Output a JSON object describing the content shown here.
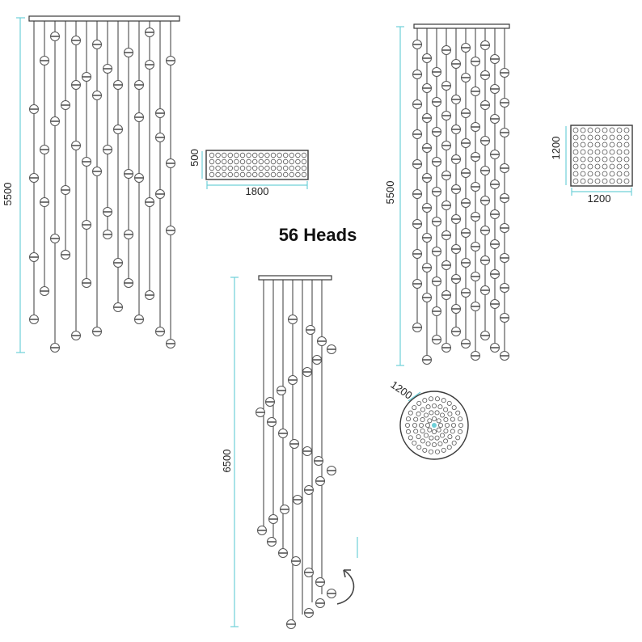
{
  "title": "56 Heads",
  "colors": {
    "line": "#3a3a3a",
    "dimension": "#6fd0d8",
    "bulb_fill": "#ffffff",
    "bulb_stroke": "#555555"
  },
  "views": {
    "rectangular": {
      "height_label": "5500",
      "width_label": "1800",
      "depth_label": "500"
    },
    "square": {
      "height_label": "5500",
      "width_label": "1200",
      "depth_label": "1200"
    },
    "spiral": {
      "height_label": "6500",
      "diameter_label": "1200",
      "rotation_icon": "rotation-arrow-icon"
    }
  }
}
